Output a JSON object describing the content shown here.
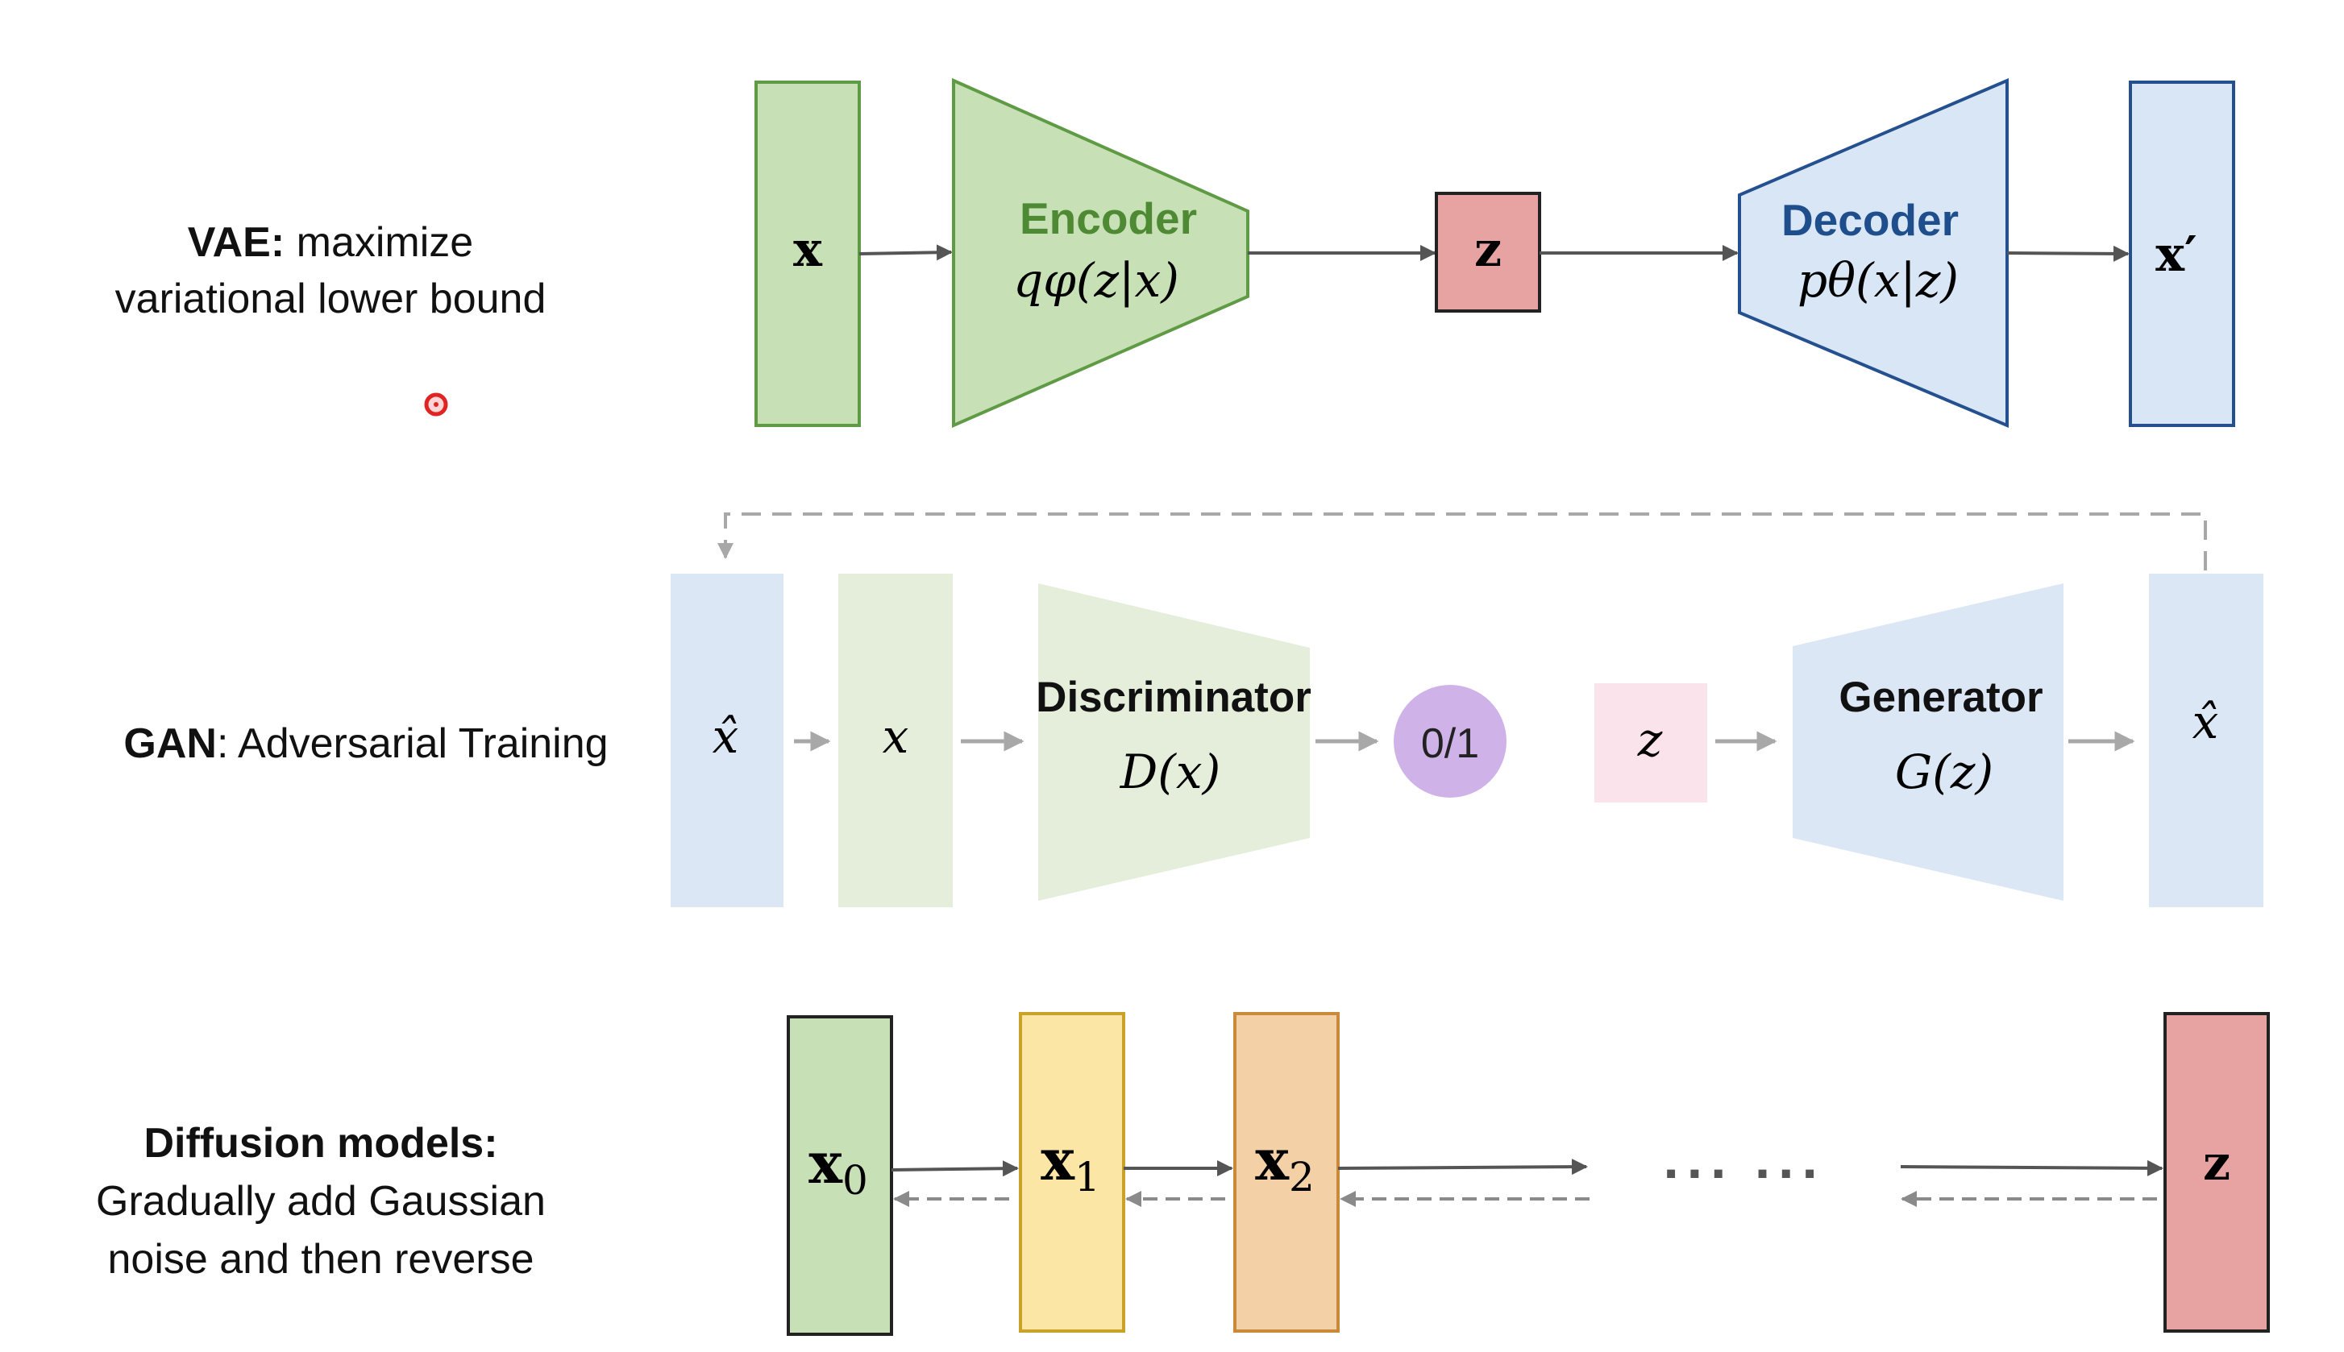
{
  "rows": {
    "vae": {
      "label_bold": "VAE:",
      "label_rest": "maximize",
      "label_line2": "variational lower bound",
      "input_symbol": "x",
      "encoder_title": "Encoder",
      "encoder_formula": "qφ(z|x)",
      "latent_symbol": "z",
      "decoder_title": "Decoder",
      "decoder_formula": "pθ(x|z)",
      "output_symbol": "x′"
    },
    "gan": {
      "label_bold": "GAN",
      "label_rest": ": Adversarial Training",
      "fake_symbol": "x̂",
      "real_symbol": "x",
      "discriminator_title": "Discriminator",
      "discriminator_formula": "D(x)",
      "output_label": "0/1",
      "noise_symbol": "z",
      "generator_title": "Generator",
      "generator_formula": "G(z)",
      "generated_symbol": "x̂"
    },
    "diffusion": {
      "label_line1": "Diffusion models:",
      "label_line2": "Gradually add Gaussian",
      "label_line3": "noise and then reverse",
      "x0": "x",
      "x0_sub": "0",
      "x1": "x",
      "x1_sub": "1",
      "x2": "x",
      "x2_sub": "2",
      "ellipsis": "··· ···",
      "z": "z"
    }
  },
  "colors": {
    "green_fill": "#c8e0b5",
    "green_stroke": "#5f9a45",
    "green_text": "#4e8a34",
    "blue_fill": "#d8e6f5",
    "blue_stroke": "#24508f",
    "blue_text": "#1f4e8c",
    "red_fill": "#e6a3a1",
    "yellow_fill": "#fbe6a5",
    "yellow_stroke": "#c9a227",
    "orange_fill": "#f4d0a6",
    "orange_stroke": "#c98a3b",
    "purple_fill": "#cfb2e8",
    "pink_fill": "#fae3ea",
    "arrow_gray": "#555555",
    "dashed_gray": "#9a9a9a",
    "pointer_red": "#e02424"
  }
}
